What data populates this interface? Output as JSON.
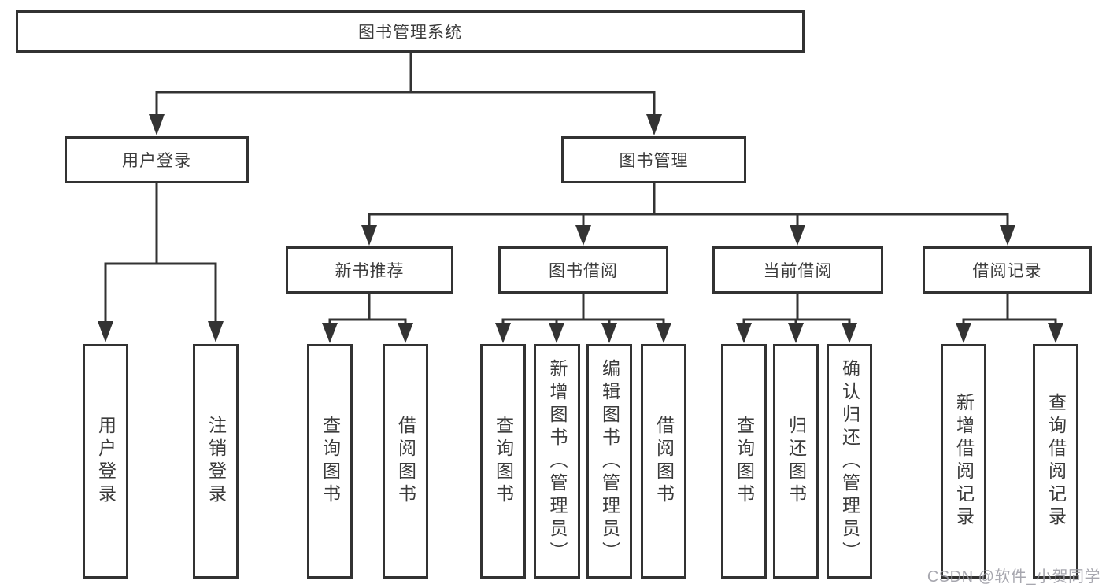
{
  "colors": {
    "line": "#333333",
    "border": "#323232",
    "text": "#3b3b3b",
    "bg": "#ffffff",
    "watermark": "#9c9ca4"
  },
  "tree": {
    "label": "图书管理系统",
    "children": [
      {
        "label": "用户登录",
        "children": [
          {
            "label": "用户登录"
          },
          {
            "label": "注销登录"
          }
        ]
      },
      {
        "label": "图书管理",
        "children": [
          {
            "label": "新书推荐",
            "children": [
              {
                "label": "查询图书"
              },
              {
                "label": "借阅图书"
              }
            ]
          },
          {
            "label": "图书借阅",
            "children": [
              {
                "label": "查询图书"
              },
              {
                "label": "新增图书（管理员）"
              },
              {
                "label": "编辑图书（管理员）"
              },
              {
                "label": "借阅图书"
              }
            ]
          },
          {
            "label": "当前借阅",
            "children": [
              {
                "label": "查询图书"
              },
              {
                "label": "归还图书"
              },
              {
                "label": "确认归还（管理员）"
              }
            ]
          },
          {
            "label": "借阅记录",
            "children": [
              {
                "label": "新增借阅记录"
              },
              {
                "label": "查询借阅记录"
              }
            ]
          }
        ]
      }
    ]
  },
  "watermark": {
    "text": "CSDN @软件_小贺同学"
  }
}
